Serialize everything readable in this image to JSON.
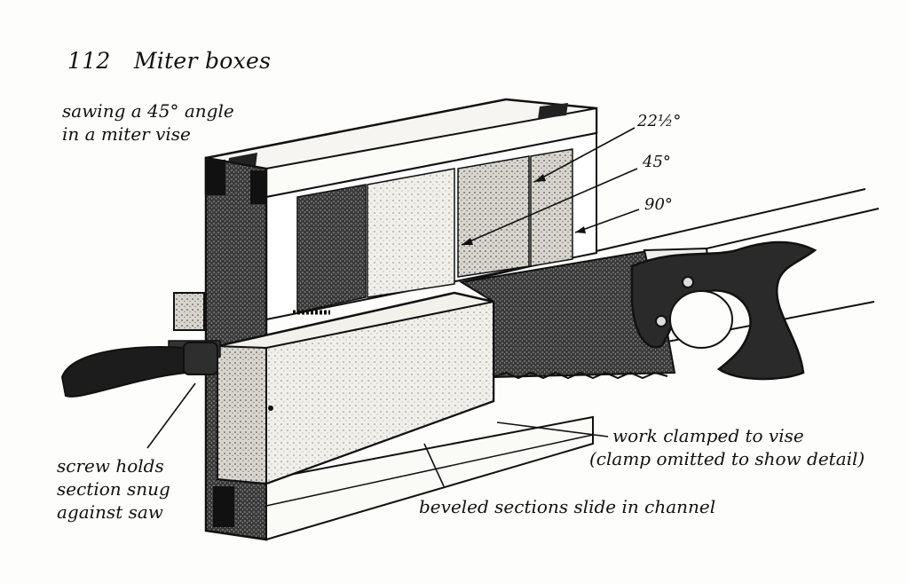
{
  "page": {
    "number": "112",
    "title": "Miter boxes"
  },
  "labels": {
    "caption_line1": "sawing a 45° angle",
    "caption_line2": "in a miter vise",
    "angle_22": "22½°",
    "angle_45": "45°",
    "angle_90": "90°",
    "screw_line1": "screw holds",
    "screw_line2": "section snug",
    "screw_line3": "against saw",
    "work_line1": "work clamped to vise",
    "work_line2": "(clamp omitted to show detail)",
    "beveled": "beveled sections slide in channel"
  }
}
